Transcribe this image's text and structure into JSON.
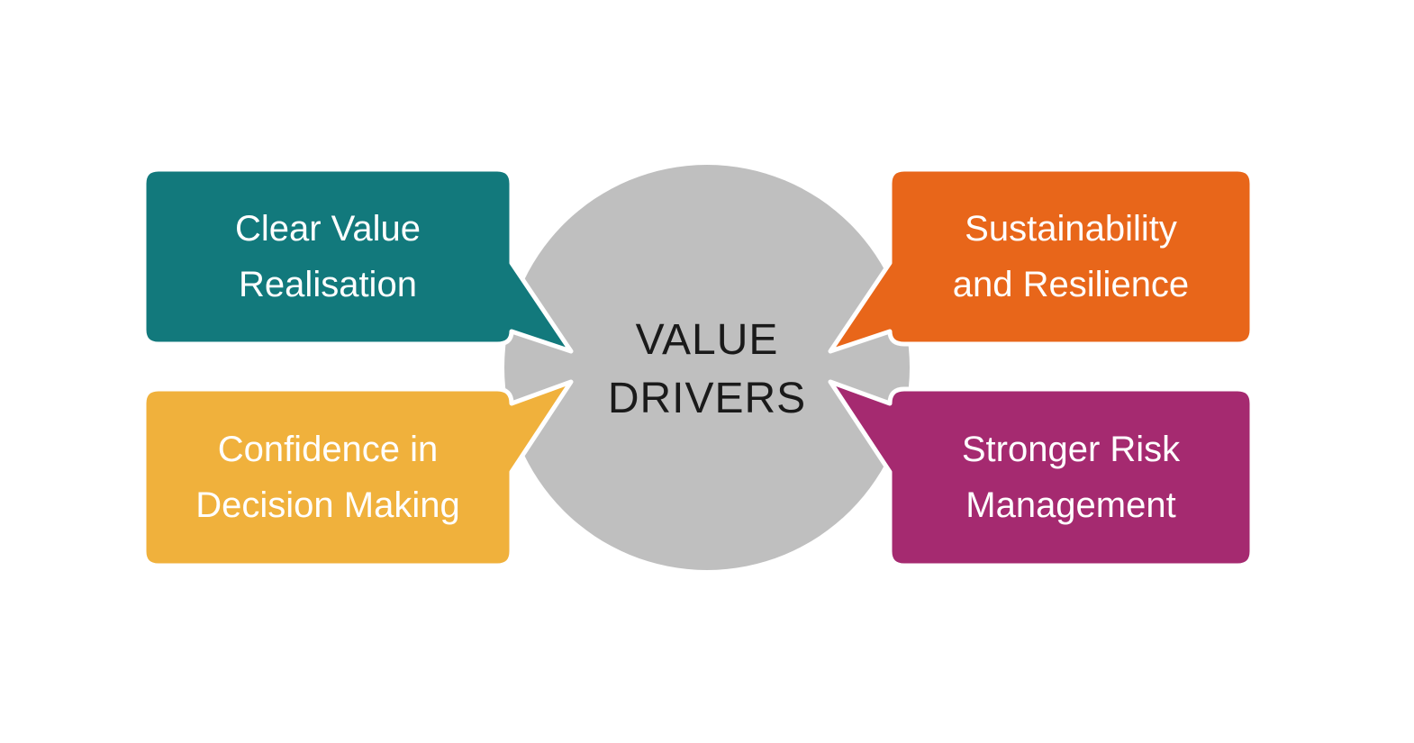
{
  "diagram": {
    "title": "Value drivers diagram",
    "center": {
      "line1": "VALUE",
      "line2": "DRIVERS"
    },
    "boxes": [
      {
        "id": "clear-value-realisation",
        "line1": "Clear Value",
        "line2": "Realisation",
        "color": "#12797C"
      },
      {
        "id": "sustainability-and-resilience",
        "line1": "Sustainability",
        "line2": "and Resilience",
        "color": "#E8661A"
      },
      {
        "id": "confidence-in-decision-making",
        "line1": "Confidence in",
        "line2": "Decision Making",
        "color": "#F0B13C"
      },
      {
        "id": "stronger-risk-management",
        "line1": "Stronger Risk",
        "line2": "Management",
        "color": "#A52A70"
      }
    ],
    "colors": {
      "circle": "#BFBFBF",
      "background": "#FFFFFF",
      "box_text": "#FFFFFF",
      "center_text": "#1A1A1A"
    }
  }
}
